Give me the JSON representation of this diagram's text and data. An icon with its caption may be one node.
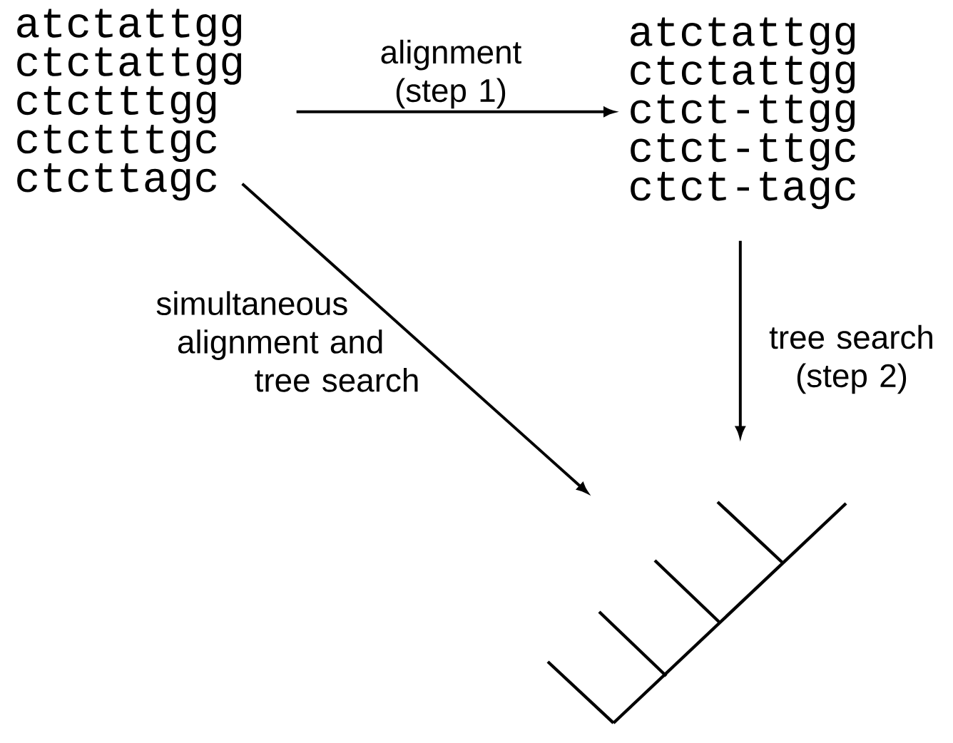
{
  "diagram": {
    "nodes": [
      {
        "text": [
          "atctattgg",
          "ctctattgg",
          "ctctttgg",
          "ctctttgc",
          "ctcttagc"
        ]
      },
      {
        "text": [
          "atctattgg",
          "ctctattgg",
          "ctct-ttgg",
          "ctct-ttgc",
          "ctct-tagc"
        ]
      },
      {
        "text": [],
        "shape": "picture"
      }
    ],
    "edges": [
      {
        "from": 0,
        "to": 1,
        "arrow": "to",
        "label": "alignment (step 1)"
      },
      {
        "from": 1,
        "to": 2,
        "arrow": "to",
        "label": "tree search (step 2)"
      },
      {
        "from": 0,
        "to": 2,
        "arrow": "to",
        "label": "simultaneous alignment and tree search"
      }
    ]
  }
}
